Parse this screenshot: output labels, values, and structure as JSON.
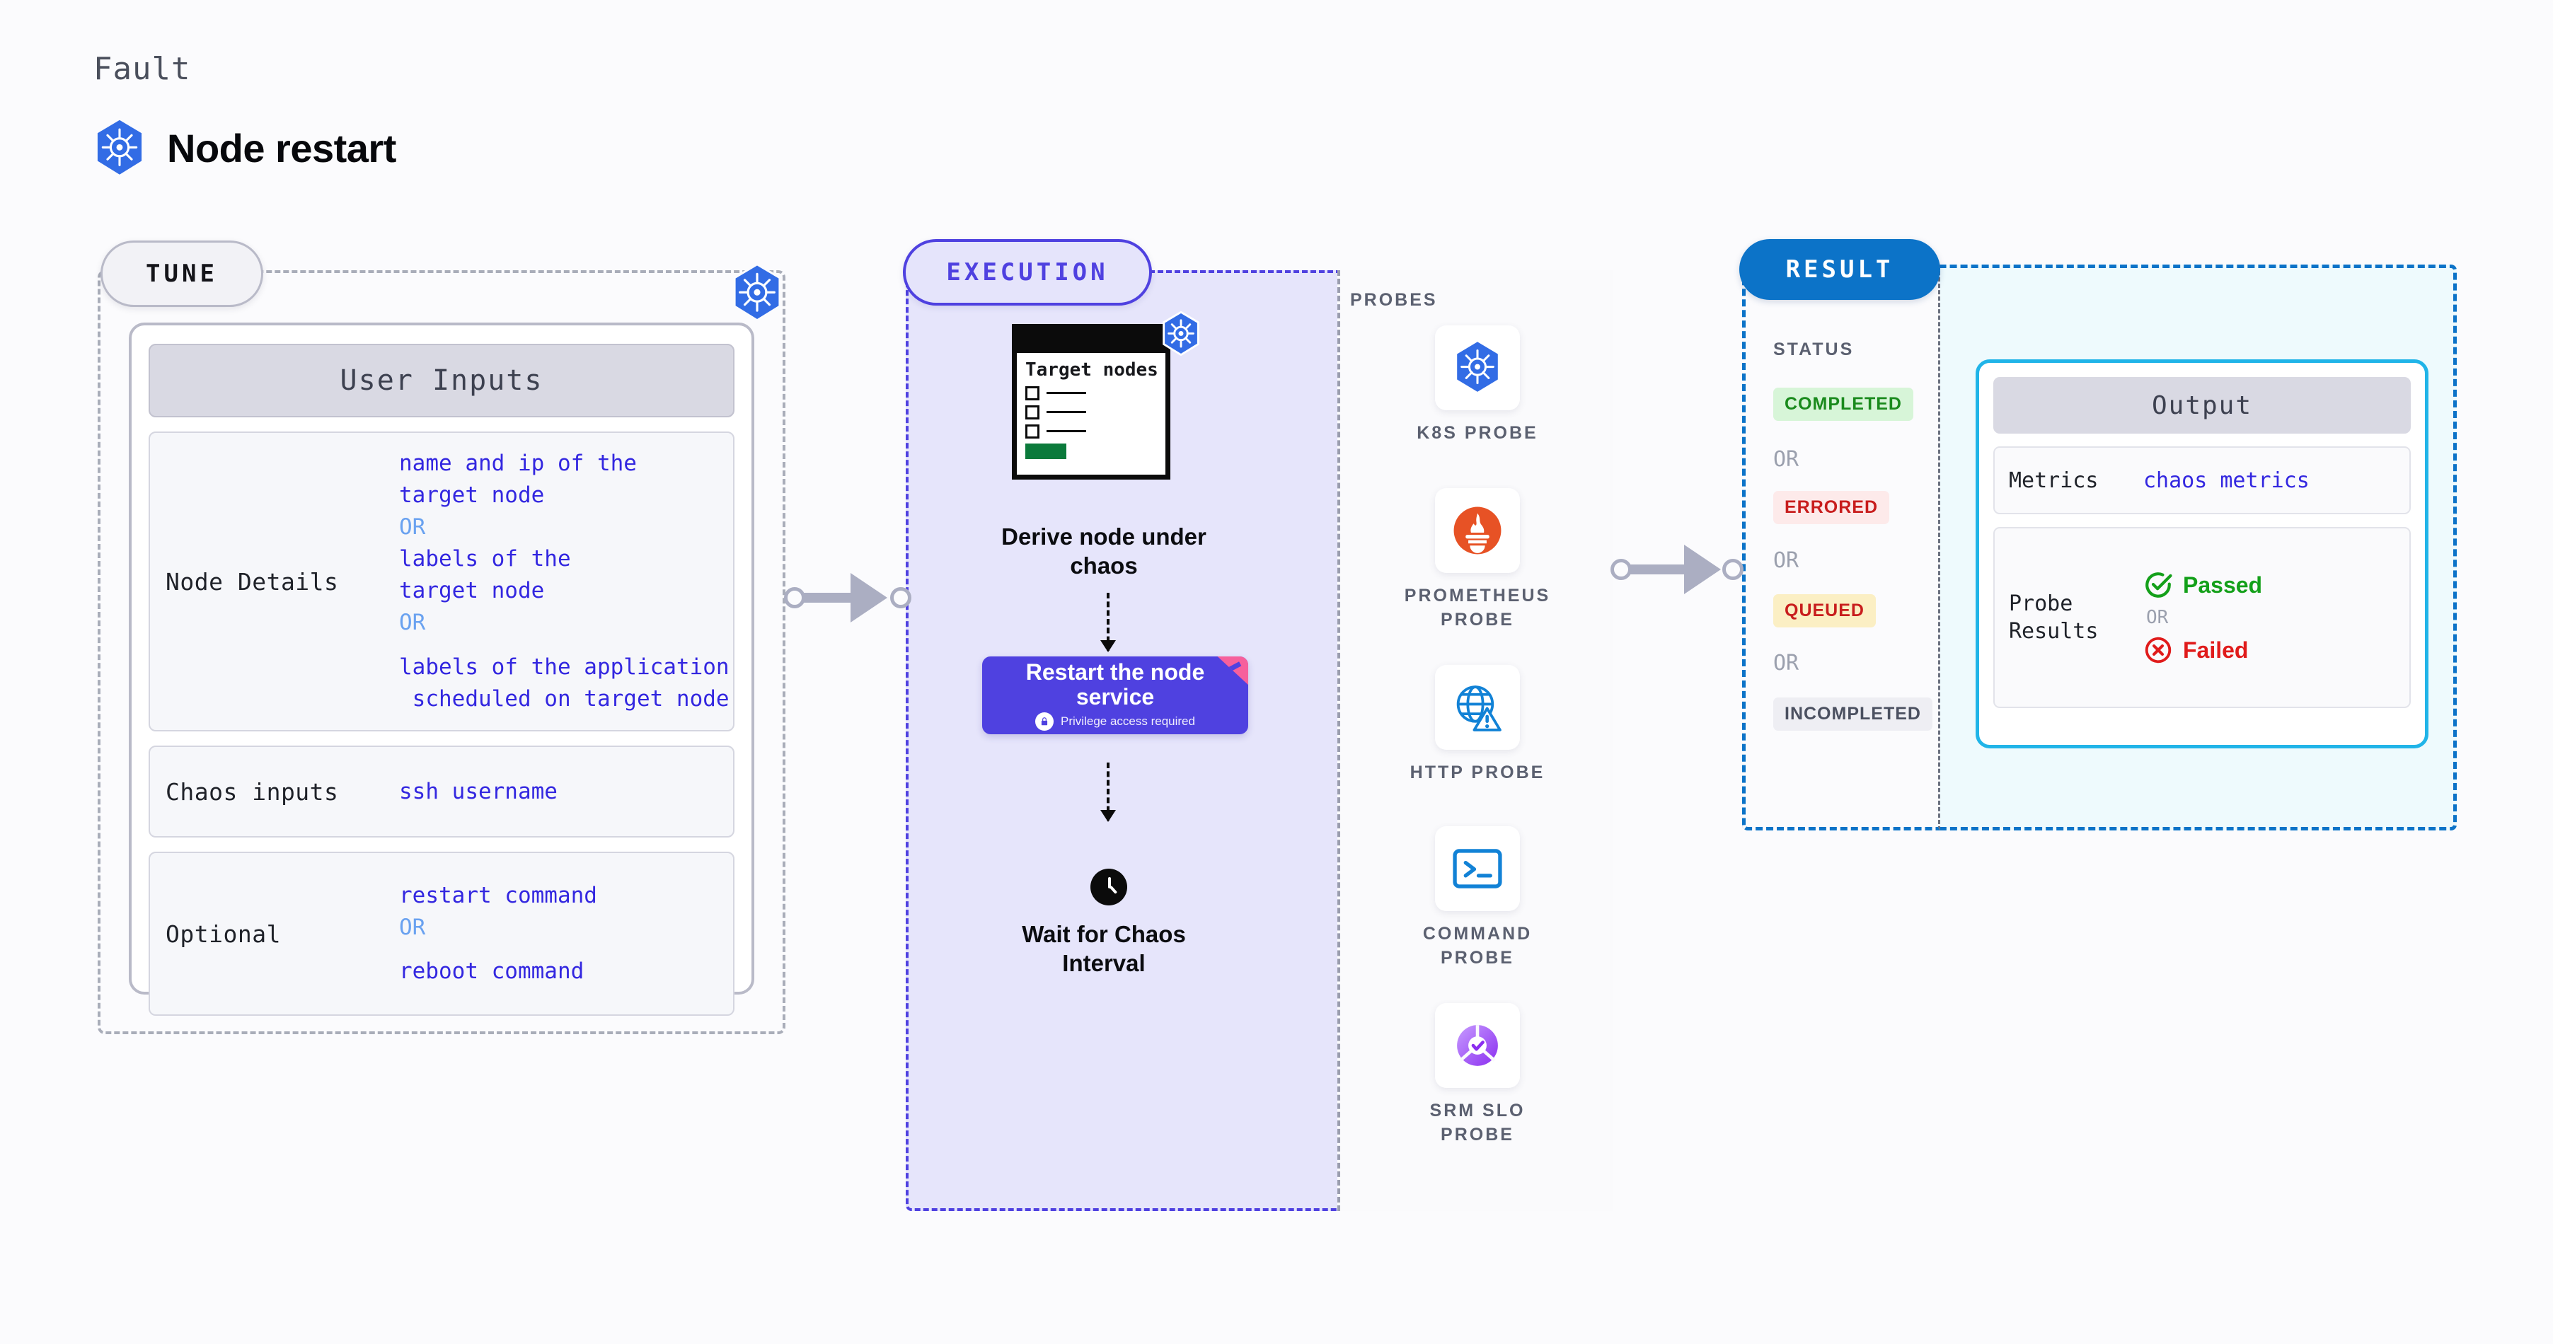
{
  "header": {
    "kicker": "Fault",
    "title": "Node restart",
    "icon": "kubernetes-icon"
  },
  "stages": {
    "tune": {
      "badge": "TUNE"
    },
    "execution": {
      "badge": "EXECUTION"
    },
    "result": {
      "badge": "RESULT"
    }
  },
  "tune": {
    "corner_icon": "kubernetes-icon",
    "card_title": "User Inputs",
    "rows": [
      {
        "label": "Node Details",
        "values": [
          {
            "type": "value",
            "text": "name and ip of the\ntarget node"
          },
          {
            "type": "or",
            "text": "OR"
          },
          {
            "type": "value",
            "text": "labels of the\ntarget node"
          },
          {
            "type": "or",
            "text": "OR"
          },
          {
            "type": "gap",
            "text": ""
          },
          {
            "type": "value",
            "text": "labels of the application\n scheduled on target node"
          }
        ]
      },
      {
        "label": "Chaos inputs",
        "values": [
          {
            "type": "value",
            "text": "ssh username"
          }
        ]
      },
      {
        "label": "Optional",
        "values": [
          {
            "type": "value",
            "text": "restart command"
          },
          {
            "type": "or",
            "text": "OR"
          },
          {
            "type": "gap",
            "text": ""
          },
          {
            "type": "value",
            "text": "reboot command"
          }
        ]
      }
    ]
  },
  "execution": {
    "doc": {
      "title": "Target\nnodes",
      "badge_icon": "kubernetes-icon",
      "checkbox_rows": 3
    },
    "step1_caption": "Derive node under\nchaos",
    "action_card": {
      "title": "Restart the node\nservice",
      "privilege_note": "Privilege access required",
      "lock_icon": "lock-icon",
      "flag_icon": "corner-flag-icon"
    },
    "step3_caption": "Wait for Chaos\nInterval",
    "clock_icon": "clock-icon"
  },
  "probes": {
    "title": "PROBES",
    "items": [
      {
        "name": "K8S PROBE",
        "icon": "kubernetes-icon"
      },
      {
        "name": "PROMETHEUS\nPROBE",
        "icon": "prometheus-icon"
      },
      {
        "name": "HTTP PROBE",
        "icon": "http-globe-warning-icon"
      },
      {
        "name": "COMMAND\nPROBE",
        "icon": "terminal-icon"
      },
      {
        "name": "SRM SLO\nPROBE",
        "icon": "srm-slo-donut-icon"
      }
    ]
  },
  "result": {
    "status_title": "STATUS",
    "statuses": [
      {
        "label": "COMPLETED",
        "color": "#1a8a1d",
        "bg": "#d7f5d8"
      },
      {
        "label": "ERRORED",
        "color": "#c81d1d",
        "bg": "#fdeaea"
      },
      {
        "label": "QUEUED",
        "color": "#c81d1d",
        "bg": "#fbefc4"
      },
      {
        "label": "INCOMPLETED",
        "color": "#4b5060",
        "bg": "#eeeef3"
      }
    ],
    "or_label": "OR",
    "output": {
      "card_title": "Output",
      "metrics_label": "Metrics",
      "metrics_value": "chaos metrics",
      "probe_results_label": "Probe\nResults",
      "passed_label": "Passed",
      "failed_label": "Failed",
      "or_label": "OR",
      "passed_icon": "check-circle-icon",
      "failed_icon": "x-circle-icon"
    }
  },
  "colors": {
    "k8s_blue": "#326ce5",
    "execution_purple": "#4f41e0",
    "result_blue": "#0c73c8",
    "output_cyan": "#20b4e8",
    "value_indigo": "#3327e0",
    "or_light_blue": "#6aa2f0"
  }
}
